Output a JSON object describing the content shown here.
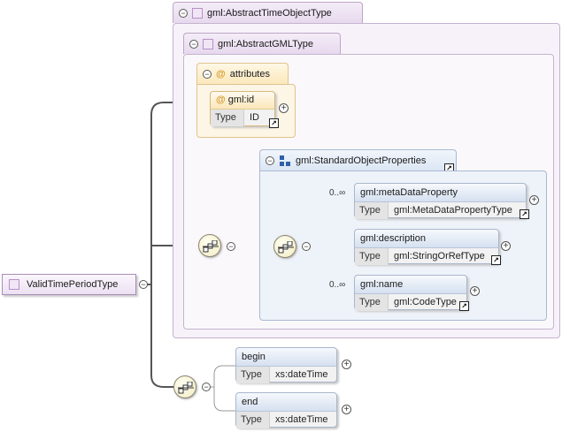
{
  "root": {
    "label": "ValidTimePeriodType"
  },
  "abstract_time_object": {
    "label": "gml:AbstractTimeObjectType"
  },
  "abstract_gml": {
    "label": "gml:AbstractGMLType"
  },
  "attributes": {
    "label": "attributes",
    "id_attr": {
      "name": "gml:id",
      "type_key": "Type",
      "type_value": "ID"
    }
  },
  "standard_object_properties": {
    "label": "gml:StandardObjectProperties",
    "elements": [
      {
        "name": "gml:metaDataProperty",
        "type_key": "Type",
        "type_value": "gml:MetaDataPropertyType",
        "occurrence": "0..∞"
      },
      {
        "name": "gml:description",
        "type_key": "Type",
        "type_value": "gml:StringOrRefType",
        "occurrence": ""
      },
      {
        "name": "gml:name",
        "type_key": "Type",
        "type_value": "gml:CodeType",
        "occurrence": "0..∞"
      }
    ]
  },
  "sequence_elements": [
    {
      "name": "begin",
      "type_key": "Type",
      "type_value": "xs:dateTime"
    },
    {
      "name": "end",
      "type_key": "Type",
      "type_value": "xs:dateTime"
    }
  ],
  "symbols": {
    "collapse": "−",
    "expand": "+",
    "link": "↗"
  },
  "icons": [
    "collapse-icon",
    "expand-icon",
    "link-icon",
    "sequence-icon",
    "complex-type-icon",
    "attribute-icon",
    "group-icon"
  ]
}
